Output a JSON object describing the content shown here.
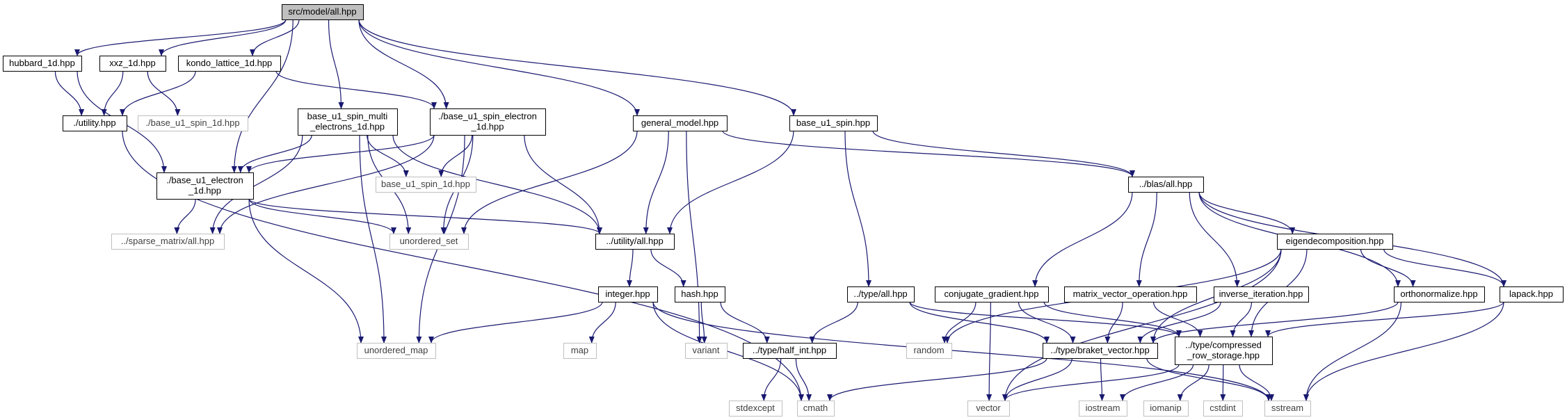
{
  "graph": {
    "colors": {
      "edge": "#191970",
      "node_border": "#000000",
      "external_border": "#bfbfbf",
      "external_text": "#404040",
      "node_text": "#000000",
      "root_fill": "#bfbfbf",
      "node_fill": "#ffffff"
    },
    "nodes": [
      {
        "id": "root",
        "lines": [
          "src/model/all.hpp"
        ],
        "kind": "root"
      },
      {
        "id": "hubbard",
        "lines": [
          "hubbard_1d.hpp"
        ],
        "kind": "internal"
      },
      {
        "id": "xxz",
        "lines": [
          "xxz_1d.hpp"
        ],
        "kind": "internal"
      },
      {
        "id": "kondo",
        "lines": [
          "kondo_lattice_1d.hpp"
        ],
        "kind": "internal"
      },
      {
        "id": "utility_local",
        "lines": [
          "./utility.hpp"
        ],
        "kind": "internal"
      },
      {
        "id": "base_u1_spin_1d_local",
        "lines": [
          "./base_u1_spin_1d.hpp"
        ],
        "kind": "external"
      },
      {
        "id": "multi_electrons",
        "lines": [
          "base_u1_spin_multi",
          "_electrons_1d.hpp"
        ],
        "kind": "internal"
      },
      {
        "id": "spin_electron",
        "lines": [
          "./base_u1_spin_electron",
          "_1d.hpp"
        ],
        "kind": "internal"
      },
      {
        "id": "electron",
        "lines": [
          "./base_u1_electron",
          "_1d.hpp"
        ],
        "kind": "internal"
      },
      {
        "id": "base_u1_spin_1d",
        "lines": [
          "base_u1_spin_1d.hpp"
        ],
        "kind": "external"
      },
      {
        "id": "general_model",
        "lines": [
          "general_model.hpp"
        ],
        "kind": "internal"
      },
      {
        "id": "base_u1_spin",
        "lines": [
          "base_u1_spin.hpp"
        ],
        "kind": "internal"
      },
      {
        "id": "blas_all",
        "lines": [
          "../blas/all.hpp"
        ],
        "kind": "internal"
      },
      {
        "id": "sparse_all",
        "lines": [
          "../sparse_matrix/all.hpp"
        ],
        "kind": "external"
      },
      {
        "id": "unordered_set",
        "lines": [
          "unordered_set"
        ],
        "kind": "external"
      },
      {
        "id": "utility_all",
        "lines": [
          "../utility/all.hpp"
        ],
        "kind": "internal"
      },
      {
        "id": "eigendecomposition",
        "lines": [
          "eigendecomposition.hpp"
        ],
        "kind": "internal"
      },
      {
        "id": "integer",
        "lines": [
          "integer.hpp"
        ],
        "kind": "internal"
      },
      {
        "id": "hash",
        "lines": [
          "hash.hpp"
        ],
        "kind": "internal"
      },
      {
        "id": "type_all",
        "lines": [
          "../type/all.hpp"
        ],
        "kind": "internal"
      },
      {
        "id": "conjugate_gradient",
        "lines": [
          "conjugate_gradient.hpp"
        ],
        "kind": "internal"
      },
      {
        "id": "mvo",
        "lines": [
          "matrix_vector_operation.hpp"
        ],
        "kind": "internal"
      },
      {
        "id": "inverse_iteration",
        "lines": [
          "inverse_iteration.hpp"
        ],
        "kind": "internal"
      },
      {
        "id": "orthonormalize",
        "lines": [
          "orthonormalize.hpp"
        ],
        "kind": "internal"
      },
      {
        "id": "lapack",
        "lines": [
          "lapack.hpp"
        ],
        "kind": "internal"
      },
      {
        "id": "unordered_map",
        "lines": [
          "unordered_map"
        ],
        "kind": "external"
      },
      {
        "id": "map",
        "lines": [
          "map"
        ],
        "kind": "external"
      },
      {
        "id": "variant",
        "lines": [
          "variant"
        ],
        "kind": "external"
      },
      {
        "id": "half_int",
        "lines": [
          "../type/half_int.hpp"
        ],
        "kind": "internal"
      },
      {
        "id": "random",
        "lines": [
          "random"
        ],
        "kind": "external"
      },
      {
        "id": "braket_vector",
        "lines": [
          "../type/braket_vector.hpp"
        ],
        "kind": "internal"
      },
      {
        "id": "crs",
        "lines": [
          "../type/compressed",
          "_row_storage.hpp"
        ],
        "kind": "internal"
      },
      {
        "id": "stdexcept",
        "lines": [
          "stdexcept"
        ],
        "kind": "external"
      },
      {
        "id": "cmath",
        "lines": [
          "cmath"
        ],
        "kind": "external"
      },
      {
        "id": "vector",
        "lines": [
          "vector"
        ],
        "kind": "external"
      },
      {
        "id": "iostream",
        "lines": [
          "iostream"
        ],
        "kind": "external"
      },
      {
        "id": "iomanip",
        "lines": [
          "iomanip"
        ],
        "kind": "external"
      },
      {
        "id": "cstdint",
        "lines": [
          "cstdint"
        ],
        "kind": "external"
      },
      {
        "id": "sstream",
        "lines": [
          "sstream"
        ],
        "kind": "external"
      }
    ],
    "edges": [
      [
        "root",
        "hubbard"
      ],
      [
        "root",
        "xxz"
      ],
      [
        "root",
        "kondo"
      ],
      [
        "root",
        "multi_electrons"
      ],
      [
        "root",
        "spin_electron"
      ],
      [
        "root",
        "electron"
      ],
      [
        "root",
        "general_model"
      ],
      [
        "root",
        "base_u1_spin"
      ],
      [
        "hubbard",
        "utility_local"
      ],
      [
        "hubbard",
        "electron"
      ],
      [
        "xxz",
        "utility_local"
      ],
      [
        "xxz",
        "base_u1_spin_1d_local"
      ],
      [
        "kondo",
        "utility_local"
      ],
      [
        "kondo",
        "spin_electron"
      ],
      [
        "utility_local",
        "cmath"
      ],
      [
        "multi_electrons",
        "electron"
      ],
      [
        "multi_electrons",
        "base_u1_spin_1d"
      ],
      [
        "multi_electrons",
        "sparse_all"
      ],
      [
        "multi_electrons",
        "unordered_set"
      ],
      [
        "multi_electrons",
        "utility_all"
      ],
      [
        "multi_electrons",
        "unordered_map"
      ],
      [
        "spin_electron",
        "electron"
      ],
      [
        "spin_electron",
        "base_u1_spin_1d"
      ],
      [
        "spin_electron",
        "sparse_all"
      ],
      [
        "spin_electron",
        "unordered_set"
      ],
      [
        "spin_electron",
        "utility_all"
      ],
      [
        "spin_electron",
        "unordered_map"
      ],
      [
        "electron",
        "sparse_all"
      ],
      [
        "electron",
        "unordered_set"
      ],
      [
        "electron",
        "utility_all"
      ],
      [
        "electron",
        "unordered_map"
      ],
      [
        "general_model",
        "unordered_set"
      ],
      [
        "general_model",
        "utility_all"
      ],
      [
        "general_model",
        "variant"
      ],
      [
        "general_model",
        "blas_all"
      ],
      [
        "base_u1_spin",
        "utility_all"
      ],
      [
        "base_u1_spin",
        "type_all"
      ],
      [
        "base_u1_spin",
        "blas_all"
      ],
      [
        "blas_all",
        "eigendecomposition"
      ],
      [
        "blas_all",
        "conjugate_gradient"
      ],
      [
        "blas_all",
        "mvo"
      ],
      [
        "blas_all",
        "inverse_iteration"
      ],
      [
        "blas_all",
        "orthonormalize"
      ],
      [
        "blas_all",
        "lapack"
      ],
      [
        "utility_all",
        "integer"
      ],
      [
        "utility_all",
        "hash"
      ],
      [
        "integer",
        "unordered_map"
      ],
      [
        "integer",
        "map"
      ],
      [
        "integer",
        "cmath"
      ],
      [
        "integer",
        "sstream"
      ],
      [
        "hash",
        "variant"
      ],
      [
        "hash",
        "half_int"
      ],
      [
        "type_all",
        "half_int"
      ],
      [
        "type_all",
        "braket_vector"
      ],
      [
        "type_all",
        "crs"
      ],
      [
        "half_int",
        "stdexcept"
      ],
      [
        "half_int",
        "cmath"
      ],
      [
        "eigendecomposition",
        "vector"
      ],
      [
        "eigendecomposition",
        "random"
      ],
      [
        "eigendecomposition",
        "braket_vector"
      ],
      [
        "eigendecomposition",
        "crs"
      ],
      [
        "eigendecomposition",
        "orthonormalize"
      ],
      [
        "eigendecomposition",
        "lapack"
      ],
      [
        "conjugate_gradient",
        "random"
      ],
      [
        "conjugate_gradient",
        "vector"
      ],
      [
        "conjugate_gradient",
        "braket_vector"
      ],
      [
        "conjugate_gradient",
        "crs"
      ],
      [
        "mvo",
        "braket_vector"
      ],
      [
        "mvo",
        "crs"
      ],
      [
        "inverse_iteration",
        "braket_vector"
      ],
      [
        "inverse_iteration",
        "crs"
      ],
      [
        "orthonormalize",
        "braket_vector"
      ],
      [
        "orthonormalize",
        "sstream"
      ],
      [
        "lapack",
        "crs"
      ],
      [
        "lapack",
        "sstream"
      ],
      [
        "braket_vector",
        "cmath"
      ],
      [
        "braket_vector",
        "vector"
      ],
      [
        "braket_vector",
        "iostream"
      ],
      [
        "braket_vector",
        "sstream"
      ],
      [
        "crs",
        "vector"
      ],
      [
        "crs",
        "iostream"
      ],
      [
        "crs",
        "iomanip"
      ],
      [
        "crs",
        "cstdint"
      ],
      [
        "crs",
        "sstream"
      ]
    ]
  }
}
